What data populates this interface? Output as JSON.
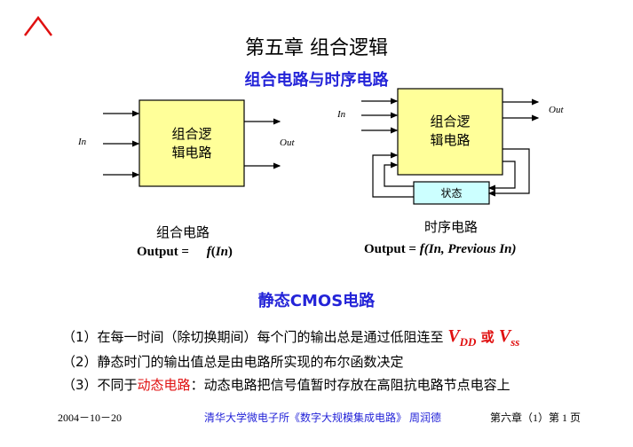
{
  "slide": {
    "title": "第五章  组合逻辑",
    "subtitle": "组合电路与时序电路",
    "combo": {
      "box_line1": "组合逻",
      "box_line2": "辑电路",
      "in_label": "In",
      "out_label": "Out",
      "caption": "组合电路",
      "formula_prefix": "Output = ",
      "formula_f": "f",
      "formula_open": "(",
      "formula_arg": "In",
      "formula_close": ")"
    },
    "seq": {
      "box_line1": "组合逻",
      "box_line2": "辑电路",
      "in_label": "In",
      "out_label": "Out",
      "state_label": "状态",
      "caption": "时序电路",
      "formula_prefix": "Output = ",
      "formula_f": "f",
      "formula_args": "(In, Previous In)"
    },
    "section_title": "静态CMOS电路",
    "points": {
      "p1_text": "（1）在每一时间（除切换期间）每个门的输出总是通过低阻连至",
      "p1_vdd": "V",
      "p1_vdd_sub": "DD",
      "p1_or": " 或 ",
      "p1_vss": "V",
      "p1_vss_sub": "ss",
      "p2_text": "（2）静态时门的输出值总是由电路所实现的布尔函数决定",
      "p3_prefix": "（3）不同于",
      "p3_highlight": "动态电路",
      "p3_rest": "：动态电路把信号值暂时存放在高阻抗电路节点电容上"
    },
    "footer": {
      "date": "2004－10－20",
      "center": "清华大学微电子所《数字大规模集成电路》  周润德",
      "page": "第六章（1）第 1 页"
    },
    "colors": {
      "accent_blue": "#2424d8",
      "highlight_red": "#e01010",
      "box_fill": "#ffff99",
      "state_fill": "#ccffff"
    }
  }
}
